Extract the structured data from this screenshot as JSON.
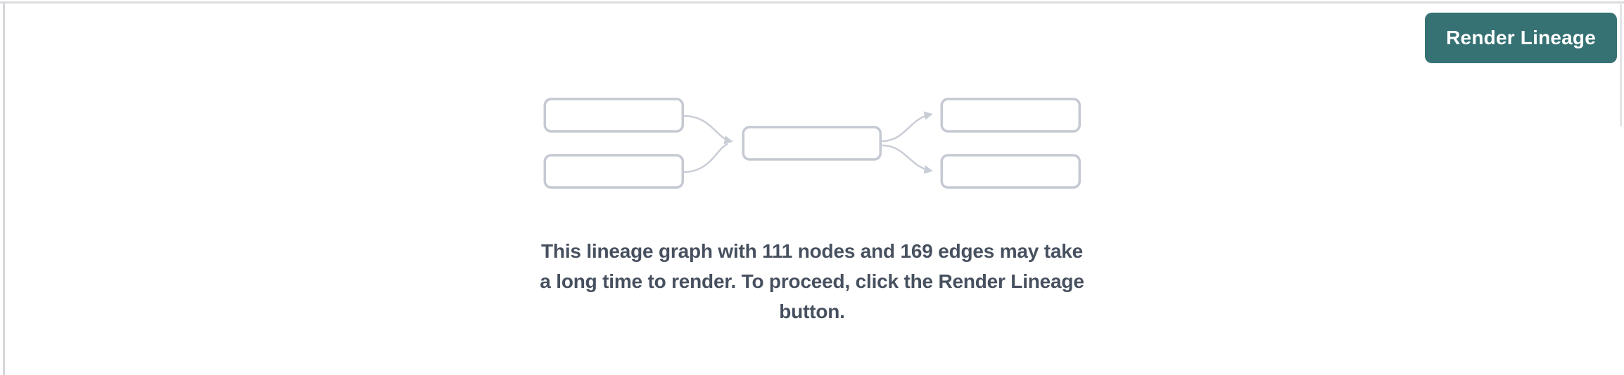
{
  "header": {
    "render_button_label": "Render Lineage"
  },
  "placeholder": {
    "illustration": "lineage-graph-diagram",
    "node_count": "111",
    "edge_count": "169",
    "message_lines": [
      "This lineage graph with 111 nodes and 169 edges may take",
      "a long time to render. To proceed, click the Render Lineage",
      "button."
    ]
  },
  "colors": {
    "accent_teal": "#367173",
    "button_text": "#ffffff",
    "message_text": "#47505f",
    "diagram_node_stroke": "#c5c9d2",
    "diagram_arrow": "#c9cdd6",
    "panel_border": "#d6d7da"
  }
}
